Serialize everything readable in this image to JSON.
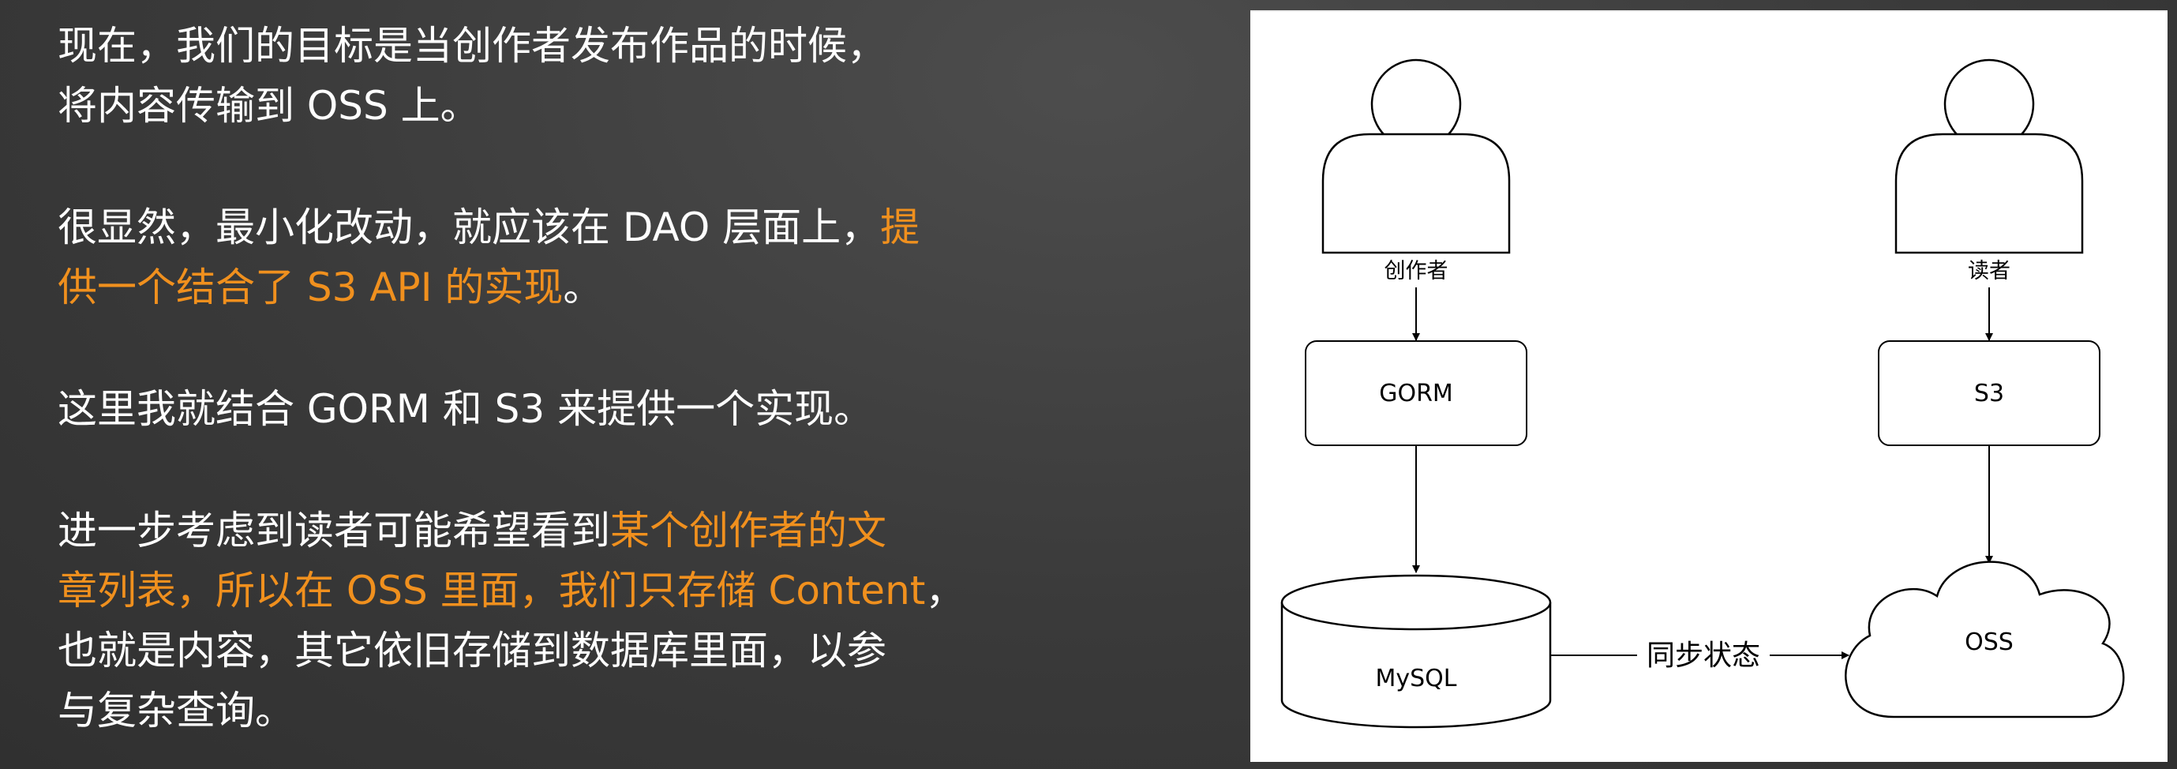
{
  "paragraphs": [
    {
      "id": "goal",
      "segments": [
        {
          "text": "现在，我们的目标是当创作者发布作品的时候，",
          "highlight": false
        },
        {
          "text": "\n",
          "highlight": false
        },
        {
          "text": "将内容传输到 OSS 上。",
          "highlight": false
        }
      ]
    },
    {
      "id": "dao-layer",
      "segments": [
        {
          "text": "很显然，最小化改动，就应该在 DAO 层面上，",
          "highlight": false
        },
        {
          "text": "提",
          "highlight": true
        },
        {
          "text": "\n",
          "highlight": false
        },
        {
          "text": "供一个结合了 S3 API 的实现",
          "highlight": true
        },
        {
          "text": "。",
          "highlight": false
        }
      ]
    },
    {
      "id": "implementation",
      "segments": [
        {
          "text": "这里我就结合 GORM 和 S3 来提供一个实现。",
          "highlight": false
        }
      ]
    },
    {
      "id": "storage-plan",
      "segments": [
        {
          "text": "进一步考虑到读者可能希望看到",
          "highlight": false
        },
        {
          "text": "某个创作者的文",
          "highlight": true
        },
        {
          "text": "\n",
          "highlight": false
        },
        {
          "text": "章列表，所以在 OSS 里面，我们只存储 Content",
          "highlight": true
        },
        {
          "text": "，",
          "highlight": false
        },
        {
          "text": "\n",
          "highlight": false
        },
        {
          "text": "也就是内容，其它依旧存储到数据库里面，以参",
          "highlight": false
        },
        {
          "text": "\n",
          "highlight": false
        },
        {
          "text": "与复杂查询。",
          "highlight": false
        }
      ]
    }
  ],
  "diagram": {
    "creator_label": "创作者",
    "reader_label": "读者",
    "gorm_label": "GORM",
    "s3_label": "S3",
    "mysql_label": "MySQL",
    "oss_label": "OSS",
    "sync_label": "同步状态"
  },
  "colors": {
    "background": "#3a3a3a",
    "text": "#ffffff",
    "highlight": "#f0901e",
    "diagram_bg": "#ffffff",
    "diagram_stroke": "#000000"
  }
}
